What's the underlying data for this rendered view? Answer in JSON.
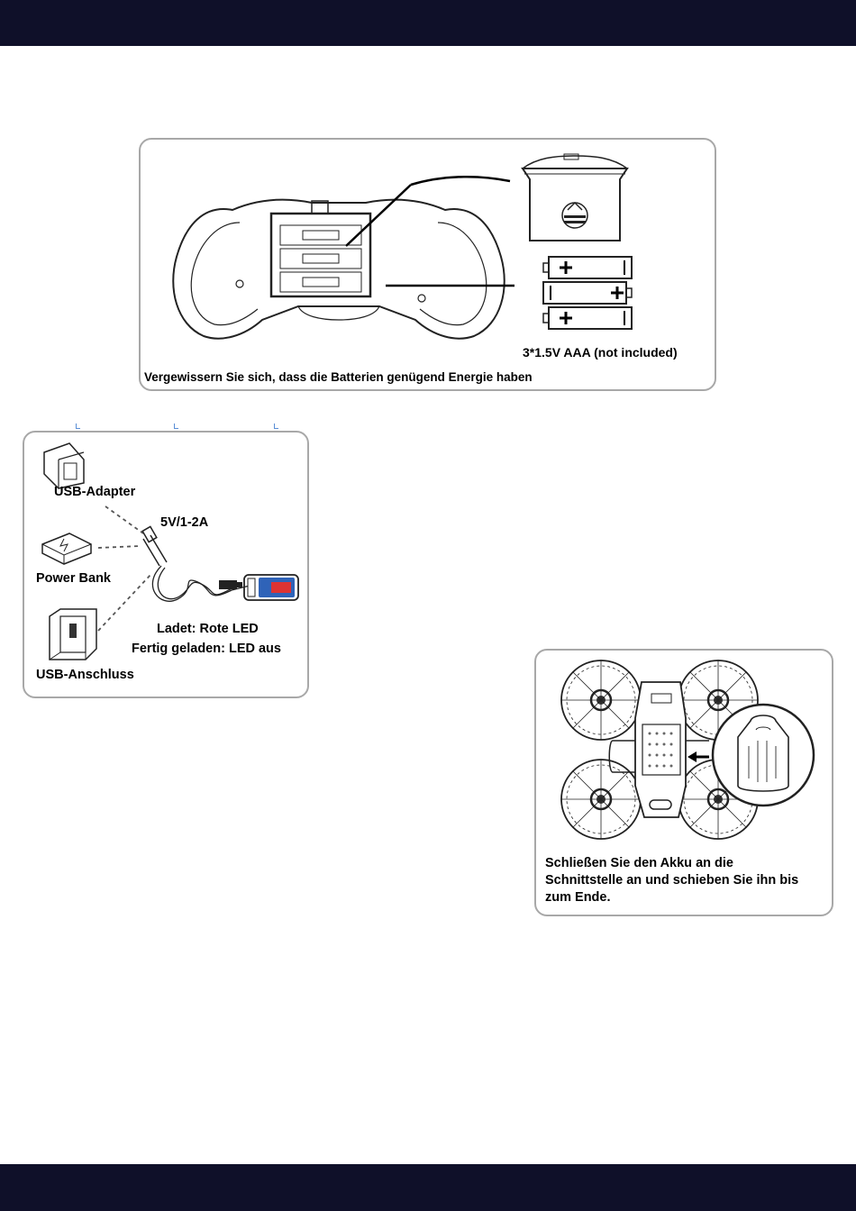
{
  "battery_panel": {
    "battery_spec": "3*1.5V AAA (not included)",
    "caption": "Vergewissern Sie sich, dass die Batterien genügend Energie haben"
  },
  "charging_panel": {
    "usb_adapter": "USB-Adapter",
    "voltage": "5V/1-2A",
    "power_bank": "Power Bank",
    "charging_led": "Ladet: Rote LED",
    "charged_led": "Fertig geladen: LED aus",
    "usb_port": "USB-Anschluss"
  },
  "drone_panel": {
    "instruction_line1": "Schließen Sie den Akku an die",
    "instruction_line2": "Schnittstelle an und schieben Sie ihn bis",
    "instruction_line3": "zum Ende."
  },
  "colors": {
    "band": "#0f1029",
    "panel_border": "#a8a8a8"
  }
}
